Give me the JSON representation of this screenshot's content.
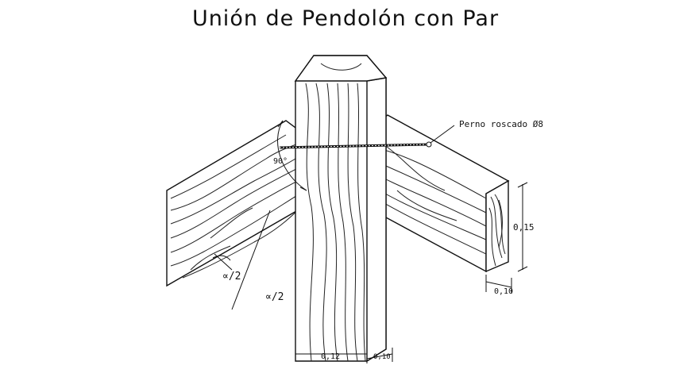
{
  "title": "Unión de Pendolón con Par",
  "labels": {
    "bolt": "Perno roscado Ø8",
    "angle_right": "90°",
    "half_angle_left": "∝/2",
    "half_angle_center": "∝/2",
    "dim_height": "0,15",
    "dim_width_side": "0,10",
    "dim_width_king": "0,12",
    "dim_depth_king": "0,10"
  }
}
